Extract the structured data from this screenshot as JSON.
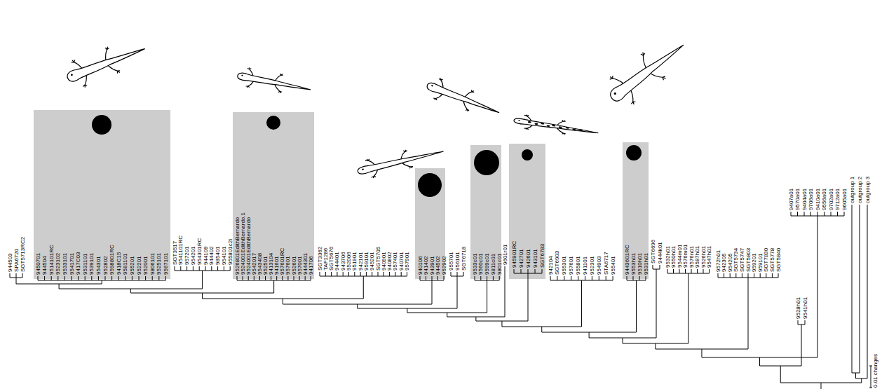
{
  "diagram": {
    "labels": [
      "944503",
      "SPA6720",
      "SGT5713RC2",
      "9450701",
      "944504",
      "9514101RC",
      "9523102",
      "9533101",
      "9541701",
      "9417C03",
      "9531101",
      "9539101",
      "954301",
      "952802",
      "9598801RC",
      "9418C15",
      "9581101",
      "955201",
      "952201",
      "952001",
      "9806101",
      "9525101",
      "9567101",
      "SGT3517",
      "9541101RC",
      "957201",
      "954201",
      "954301RC",
      "944109",
      "944402",
      "985401",
      "954101",
      "955801c2i",
      "9526801EdithBernardo",
      "9524001EdithBernardo.1",
      "9524001EdithBernardo",
      "9542017",
      "9543408",
      "952501",
      "9413104",
      "941601",
      "957601RC",
      "957601",
      "952601",
      "957001",
      "9444301",
      "941706",
      "SGT3362",
      "TAF1286",
      "SGT5676",
      "944401",
      "943706",
      "952006",
      "951901",
      "942101",
      "959101",
      "945201",
      "SGT5705",
      "940901",
      "940802",
      "957401",
      "940701",
      "957901",
      "940106",
      "941402",
      "943901",
      "944502",
      "952902",
      "955701",
      "956101",
      "SGT6718",
      "9533c01",
      "9560c01",
      "9599c01",
      "9811c01",
      "9801c01",
      "9601r01",
      "945901RC",
      "942701",
      "942601",
      "943101",
      "SGT6783",
      "942104",
      "SGT6903",
      "955301",
      "957601",
      "955801",
      "941101",
      "952301",
      "954903",
      "STA6717",
      "955401",
      "9443601RC",
      "9553h01",
      "9510h01",
      "9531h01",
      "SGT6696",
      "9444k01",
      "9532h01",
      "9550h01",
      "9544m01",
      "9576m01",
      "9576n01",
      "9587h01",
      "9526h01",
      "9547h01",
      "9572h01",
      "942305",
      "954205",
      "SGT5734",
      "SGT5747",
      "SGT5803",
      "959201",
      "959101",
      "SGT7830",
      "SGT5778",
      "SGT5840",
      "9407a01",
      "9570a01",
      "9404a01",
      "9706a01",
      "9410a01",
      "9556a01",
      "9702a01",
      "9712a01",
      "9605a01",
      "9528h01",
      "9541h01",
      "outgroup 1",
      "outgroup 2",
      "outgroup 3",
      "0.01 changes"
    ]
  }
}
